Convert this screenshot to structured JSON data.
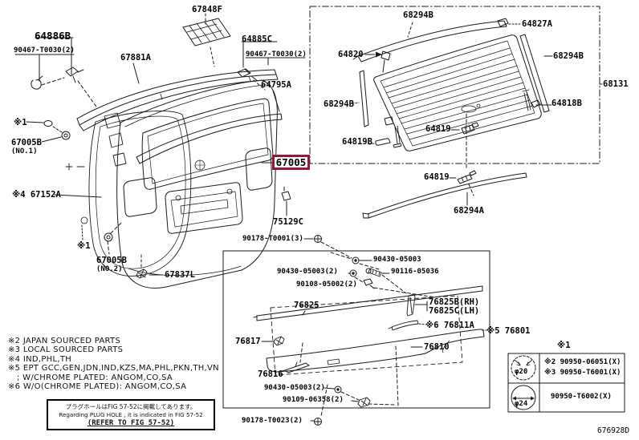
{
  "figure": {
    "code": "676928D"
  },
  "colors": {
    "highlight_box": "#8d1a38",
    "line_art": "#1a1a1a"
  },
  "callouts": {
    "c67848F": "67848F",
    "c64886B": "64886B",
    "c90467_1": "90467-T0030(2)",
    "c67881A": "67881A",
    "c64885C": "64885C",
    "c90467_2": "90467-T0030(2)",
    "c64795A": "64795A",
    "ast1_a": "※1",
    "c67005B_1": "67005B",
    "c67005B_1_sub": "(NO.1)",
    "c67152A": "※4 67152A",
    "c67005": "67005",
    "ast1_b": "※1",
    "c67005B_2": "67005B",
    "c67005B_2_sub": "(NO.2)",
    "c67837L": "67837L",
    "c75129C": "75129C",
    "c90178_1": "90178-T0001(3)",
    "c68294B_top": "68294B",
    "c64827A": "64827A",
    "c64820": "64820",
    "c68294B_right": "68294B",
    "c68131": "68131",
    "c68294B_left": "68294B",
    "c64818B": "64818B",
    "c64819B": "64819B",
    "c64819_a": "64819",
    "c64819_b": "64819",
    "c68294A": "68294A",
    "c90430_a": "90430-05003",
    "c90430_b": "90430-05003(2)",
    "c90116": "90116-05036",
    "c90108": "90108-05002(2)",
    "c76825": "76825",
    "c76825B": "76825B(RH)",
    "c76825C": "76825C(LH)",
    "c76811A": "※6 76811A",
    "c76817": "76817",
    "c76810": "76810",
    "c76801": "※5 76801",
    "c76816": "76816",
    "c90430_c": "90430-05003(2)",
    "c90109": "90109-06358(2)",
    "c90178_2": "90178-T0023(2)"
  },
  "legend": {
    "lines": [
      "※2 JAPAN SOURCED PARTS",
      "※3 LOCAL SOURCED PARTS",
      "※4 IND,PHL,TH",
      "※5 EPT GCC,GEN,JDN,IND,KZS,MA,PHL,PKN,TH,VN",
      "; W/CHROME PLATED: ANGOM,CO,SA",
      "※6 W/O(CHROME PLATED): ANGOM,CO,SA"
    ]
  },
  "note": {
    "jp": "プラグホールはFIG 57-52に掲載してあります。",
    "en": "Regarding PLUG HOLE , it is indicated in FIG 57-52",
    "ref": "(REFER TO FIG 57-52)"
  },
  "table": {
    "header": "※1",
    "rows": [
      {
        "size": "φ20",
        "parts": [
          "※2 90950-06051(X)",
          "※3 90950-T6001(X)"
        ]
      },
      {
        "size": "φ24",
        "parts": [
          "90950-T6002(X)"
        ]
      }
    ]
  }
}
